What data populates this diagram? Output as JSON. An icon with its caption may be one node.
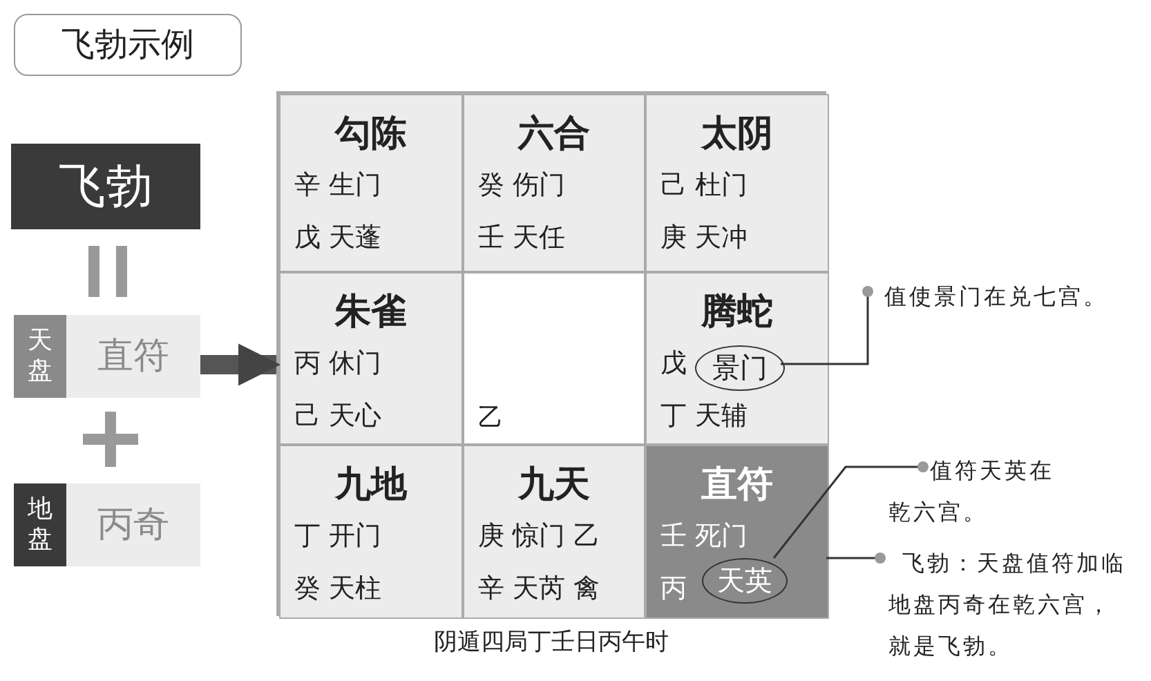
{
  "diagram": {
    "title": "飞勃示例",
    "caption": "阴遁四局丁壬日丙午时",
    "nodes": [
      {
        "text": [
          "飞勃"
        ]
      },
      {
        "text": [
          "天盘",
          "直符"
        ]
      },
      {
        "text": [
          "地盘",
          "丙奇"
        ]
      },
      {
        "text": [],
        "shape": "box"
      },
      {
        "text": [
          "勾陈",
          "辛 生门",
          "戊 天蓬"
        ],
        "in": 3
      },
      {
        "text": [
          "六合",
          "癸 伤门",
          "壬 天任"
        ],
        "in": 3
      },
      {
        "text": [
          "太阴",
          "己 杜门",
          "庚 天冲"
        ],
        "in": 3
      },
      {
        "text": [
          "朱雀",
          "丙 休门",
          "己 天心"
        ],
        "in": 3
      },
      {
        "text": [
          "乙"
        ],
        "in": 3
      },
      {
        "text": [
          "腾蛇",
          "戊",
          "丁 天辅"
        ],
        "in": 3
      },
      {
        "text": [
          "景门"
        ],
        "in": 9
      },
      {
        "text": [
          "九地",
          "丁 开门",
          "癸 天柱"
        ],
        "in": 3
      },
      {
        "text": [
          "九天",
          "庚 惊门 乙",
          "辛 天芮 禽"
        ],
        "in": 3
      },
      {
        "text": [
          "直符",
          "壬 死门",
          "丙"
        ],
        "in": 3
      },
      {
        "text": [
          "天英"
        ],
        "in": 13
      },
      {
        "text": [
          "值使景门在兑七宫。"
        ]
      },
      {
        "text": [
          "值符天英在乾六宫。"
        ]
      },
      {
        "text": [
          "飞勃：天盘值符加临地盘丙奇在乾六宫，就是飞勃。"
        ]
      }
    ],
    "edges": [
      {
        "from": 1,
        "to": 3,
        "arrow": "to",
        "style": "thick"
      },
      {
        "from": 15,
        "to": 10,
        "arrow": "other"
      },
      {
        "from": 16,
        "to": 14,
        "arrow": "other"
      },
      {
        "from": 17,
        "to": 13,
        "arrow": "other"
      }
    ]
  }
}
